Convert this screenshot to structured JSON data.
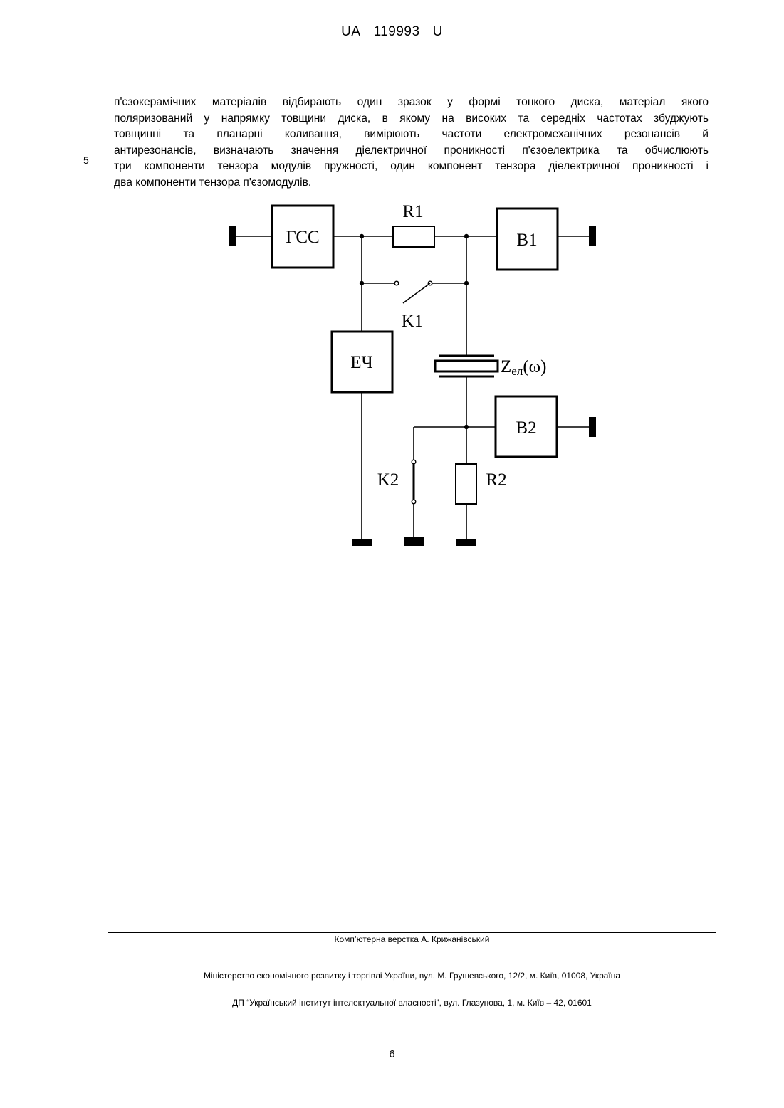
{
  "header": {
    "country": "UA",
    "number": "119993",
    "kind": "U"
  },
  "paragraph": {
    "lines": [
      "п'єзокерамічних матеріалів відбирають один зразок у формі тонкого диска, матеріал якого",
      "поляризований у напрямку товщини диска, в якому на високих та середніх частотах збуджують",
      "товщинні та планарні коливання, вимірюють частоти електромеханічних резонансів й",
      "антирезонансів, визначають значення діелектричної проникності п'єзоелектрика та обчислюють",
      "три компоненти тензора модулів пружності, один компонент тензора діелектричної проникності і",
      "два компоненти тензора п'єзомодулів."
    ],
    "line_number": "5"
  },
  "diagram": {
    "gss_label": "ГСС",
    "r1_label": "R1",
    "b1_label": "B1",
    "k1_label": "K1",
    "ech_label": "ЕЧ",
    "z_main": "Z",
    "z_sub": "ел",
    "z_arg": "(ω)",
    "b2_label": "B2",
    "k2_label": "K2",
    "r2_label": "R2"
  },
  "footer": {
    "layout_credit": "Комп’ютерна верстка А. Крижанівський",
    "ministry": "Міністерство економічного розвитку і торгівлі України, вул. М. Грушевського, 12/2, м. Київ, 01008, Україна",
    "institute": "ДП “Український інститут інтелектуальної власності”, вул. Глазунова, 1, м. Київ – 42, 01601",
    "page_number": "6"
  }
}
